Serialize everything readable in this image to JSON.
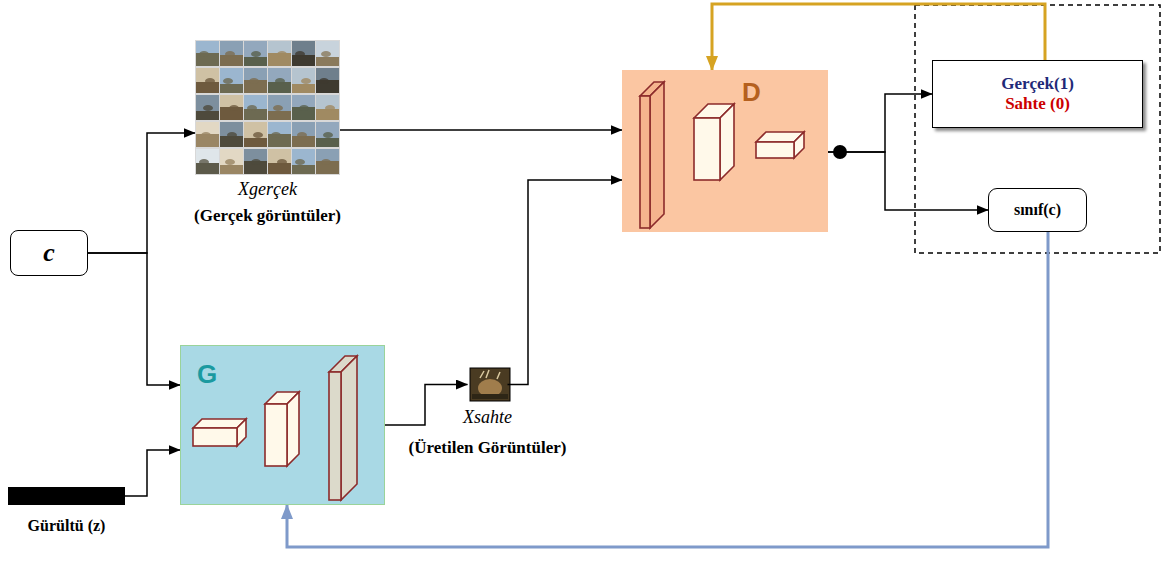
{
  "diagram": {
    "nodes": [
      {
        "text": [
          "c"
        ]
      },
      {
        "text": [
          "Xgerçek",
          "(Gerçek görüntüler)"
        ]
      },
      {
        "text": [
          "G"
        ]
      },
      {
        "text": [
          "Gürültü (z)"
        ]
      },
      {
        "text": [
          "Xsahte",
          "(Üretilen Görüntüler)"
        ]
      },
      {
        "text": [
          "D"
        ]
      },
      {
        "text": [
          "Gerçek(1)",
          "Sahte (0)"
        ]
      },
      {
        "text": [
          "sınıf(c)"
        ]
      }
    ],
    "edges": [
      {
        "from": 0,
        "to": 1,
        "arrow": "to"
      },
      {
        "from": 0,
        "to": 2,
        "arrow": "to"
      },
      {
        "from": 3,
        "to": 2,
        "arrow": "to"
      },
      {
        "from": 2,
        "to": 4,
        "arrow": "to"
      },
      {
        "from": 1,
        "to": 5,
        "arrow": "to"
      },
      {
        "from": 4,
        "to": 5,
        "arrow": "to"
      },
      {
        "from": 5,
        "to": 6,
        "arrow": "to"
      },
      {
        "from": 5,
        "to": 7,
        "arrow": "to"
      },
      {
        "from": 6,
        "to": 5,
        "arrow": "to"
      },
      {
        "from": 7,
        "to": 2,
        "arrow": "to"
      }
    ]
  }
}
